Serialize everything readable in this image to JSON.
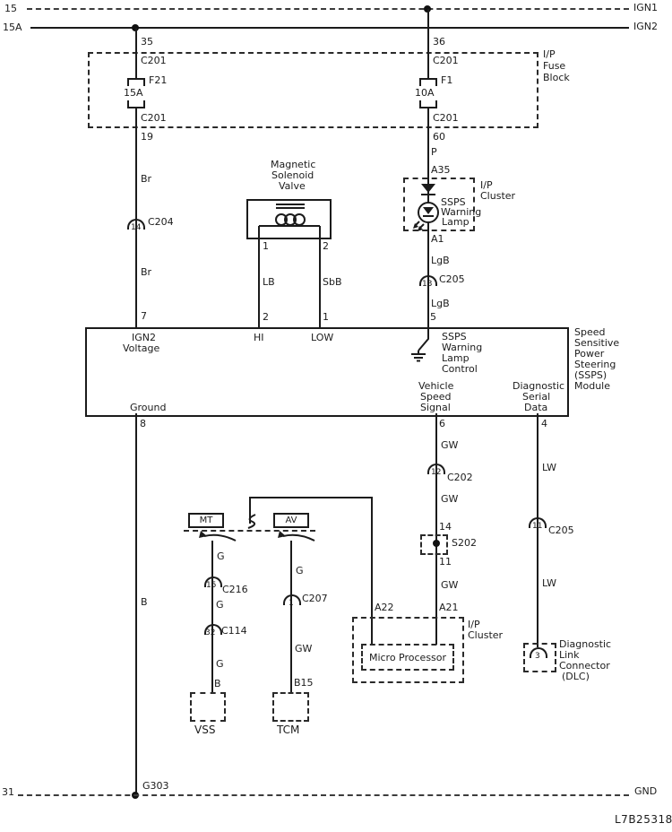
{
  "rails": {
    "ign1_left": "15",
    "ign1_right": "IGN1",
    "ign2_left": "15A",
    "ign2_right": "IGN2",
    "gnd_left": "31",
    "gnd_right": "GND",
    "gnd_splice": "G303"
  },
  "fuse_block": {
    "label": [
      "I/P",
      "Fuse",
      "Block"
    ],
    "f21": {
      "pin_top": "35",
      "conn_top": "C201",
      "name": "F21",
      "rating": "15A",
      "conn_bot": "C201",
      "pin_bot": "19"
    },
    "f1": {
      "pin_top": "36",
      "conn_top": "C201",
      "name": "F1",
      "rating": "10A",
      "conn_bot": "C201",
      "pin_bot": "60"
    }
  },
  "ign2_branch": {
    "wire1": "Br",
    "conn_num": "14",
    "conn": "C204",
    "wire2": "Br",
    "pin": "7",
    "gnd_wire": "B"
  },
  "solenoid": {
    "label": [
      "Magnetic",
      "Solenoid",
      "Valve"
    ],
    "pin1": "1",
    "pin2": "2",
    "wire1": "LB",
    "wire2": "SbB",
    "mpin1": "2",
    "mpin2": "1"
  },
  "lamp": {
    "wire": "P",
    "pin_top": "A35",
    "cluster": [
      "I/P",
      "Cluster"
    ],
    "name": [
      "SSPS",
      "Warning",
      "Lamp"
    ],
    "pin_bot": "A1",
    "wire1": "LgB",
    "conn_num": "13",
    "conn": "C205",
    "wire2": "LgB",
    "mpin": "5"
  },
  "module": {
    "ign2": [
      "IGN2",
      "Voltage"
    ],
    "hi": "HI",
    "low": "LOW",
    "lamp_ctl": [
      "SSPS",
      "Warning",
      "Lamp",
      "Control"
    ],
    "vss": [
      "Vehicle",
      "Speed",
      "Signal"
    ],
    "dsd": [
      "Diagnostic",
      "Serial",
      "Data"
    ],
    "ground": "Ground",
    "pin8": "8",
    "pin6": "6",
    "pin4": "4",
    "name": [
      "Speed",
      "Sensitive",
      "Power",
      "Steering",
      "(SSPS)",
      "Module"
    ]
  },
  "speed": {
    "wire1": "GW",
    "conn_num": "12",
    "conn": "C202",
    "wire2": "GW",
    "pin_in": "14",
    "splice": "S202",
    "pin_out": "11",
    "wire3": "GW",
    "a22": "A22",
    "a21": "A21",
    "cluster": [
      "I/P",
      "Cluster"
    ],
    "micro": "Micro Processor"
  },
  "mt_av": {
    "mt": "MT",
    "av": "AV"
  },
  "vss_branch": {
    "wire1": "G",
    "c216_num": "15",
    "c216": "C216",
    "wire2": "G",
    "c114_num": "32",
    "c114": "C114",
    "wire3": "G",
    "pin": "B",
    "box": "VSS"
  },
  "tcm_branch": {
    "wire1": "G",
    "c207_num": "1",
    "c207": "C207",
    "wire2": "GW",
    "pin": "B15",
    "box": "TCM"
  },
  "diag": {
    "wire1": "LW",
    "conn_num": "11",
    "conn": "C205",
    "wire2": "LW",
    "pin": "3",
    "label": [
      "Diagnostic",
      "Link",
      "Connector",
      "(DLC)"
    ]
  },
  "footer": {
    "code": "L7B25318"
  }
}
